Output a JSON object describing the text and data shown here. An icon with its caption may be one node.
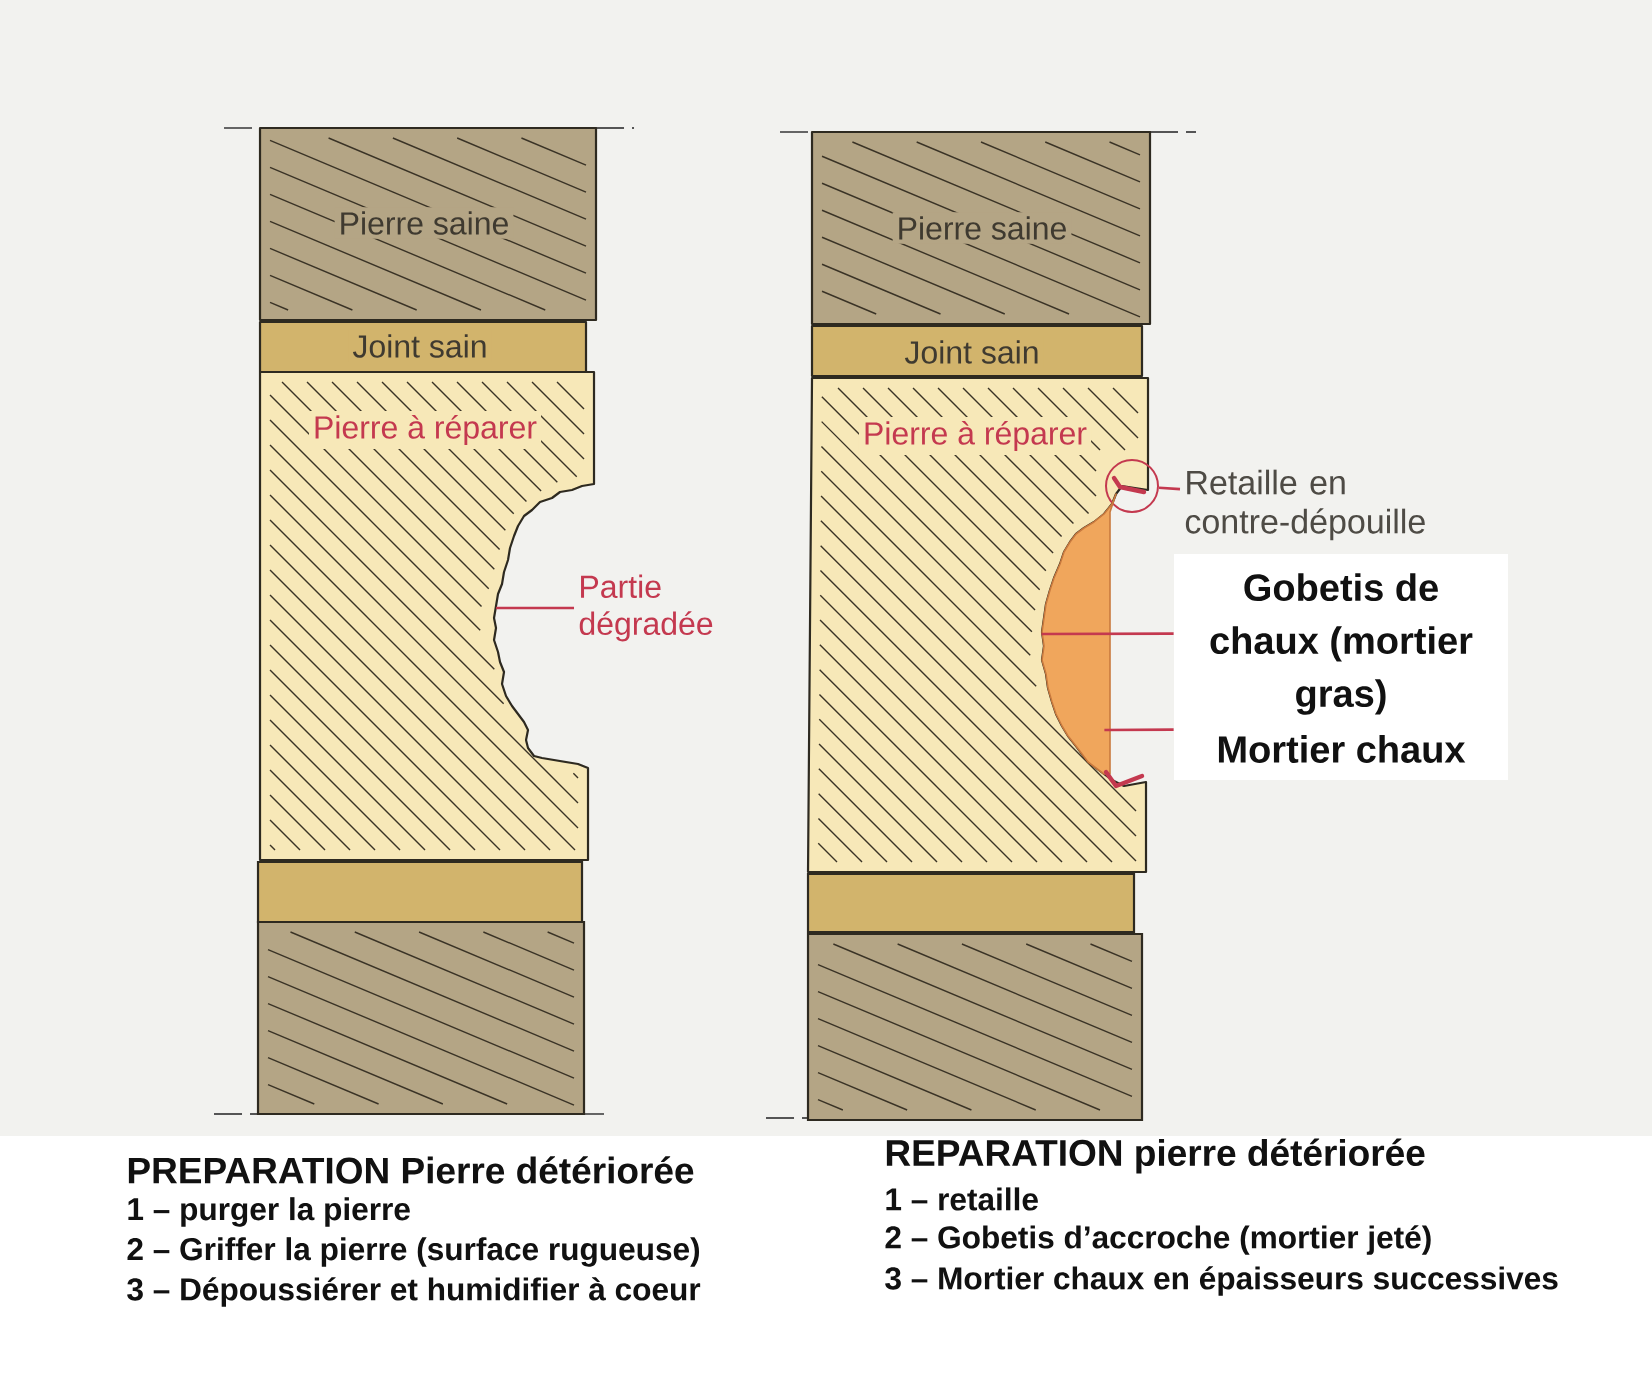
{
  "diagram": {
    "nodes": [
      {
        "text": [
          "Pierre saine"
        ]
      },
      {
        "text": [
          "Joint sain"
        ]
      },
      {
        "text": [
          "Pierre à réparer"
        ]
      },
      {
        "text": [],
        "shape": "box"
      },
      {
        "text": [],
        "shape": "box"
      },
      {
        "text": [
          "Partie dégradée"
        ]
      },
      {
        "text": [
          "Pierre saine"
        ]
      },
      {
        "text": [
          "Joint sain"
        ]
      },
      {
        "text": [
          "Pierre à réparer"
        ]
      },
      {
        "text": [],
        "shape": "box"
      },
      {
        "text": [],
        "shape": "box"
      },
      {
        "text": [],
        "shape": "circle"
      },
      {
        "text": [
          "Retaille en contre-dépouille"
        ]
      },
      {
        "text": [],
        "shape": "patch",
        "in": 8
      },
      {
        "text": [
          "Gobetis de chaux (mortier gras)",
          "Mortier chaux"
        ]
      }
    ],
    "edges": [
      {
        "from": 5,
        "to": 2,
        "arrow": "none"
      },
      {
        "from": 12,
        "to": 11,
        "arrow": "none"
      },
      {
        "from": 14,
        "to": 13,
        "arrow": "none"
      },
      {
        "from": 14,
        "to": 13,
        "arrow": "none"
      }
    ],
    "labels": [
      "PREPARATION Pierre détériorée",
      "1 – purger la pierre",
      "2 – Griffer la pierre (surface rugueuse)",
      "3 – Dépoussiérer et humidifier à coeur",
      "REPARATION pierre détériorée",
      "1 – retaille",
      "2 – Gobetis d’accroche (mortier jeté)",
      "3 – Mortier chaux en épaisseurs successives"
    ]
  }
}
